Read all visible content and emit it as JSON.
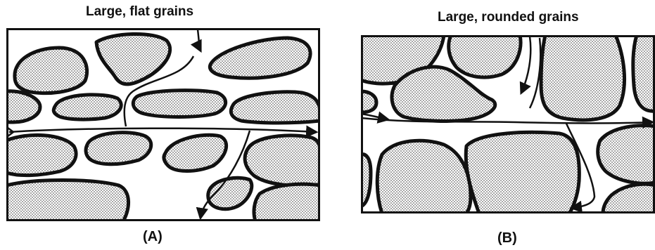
{
  "panel_a": {
    "title": "Large, flat grains",
    "caption": "(A)"
  },
  "panel_b": {
    "title": "Large, rounded grains",
    "caption": "(B)"
  },
  "colors": {
    "ink": "#111111",
    "grain_fill": "#d6d6d6",
    "paper": "#ffffff"
  }
}
